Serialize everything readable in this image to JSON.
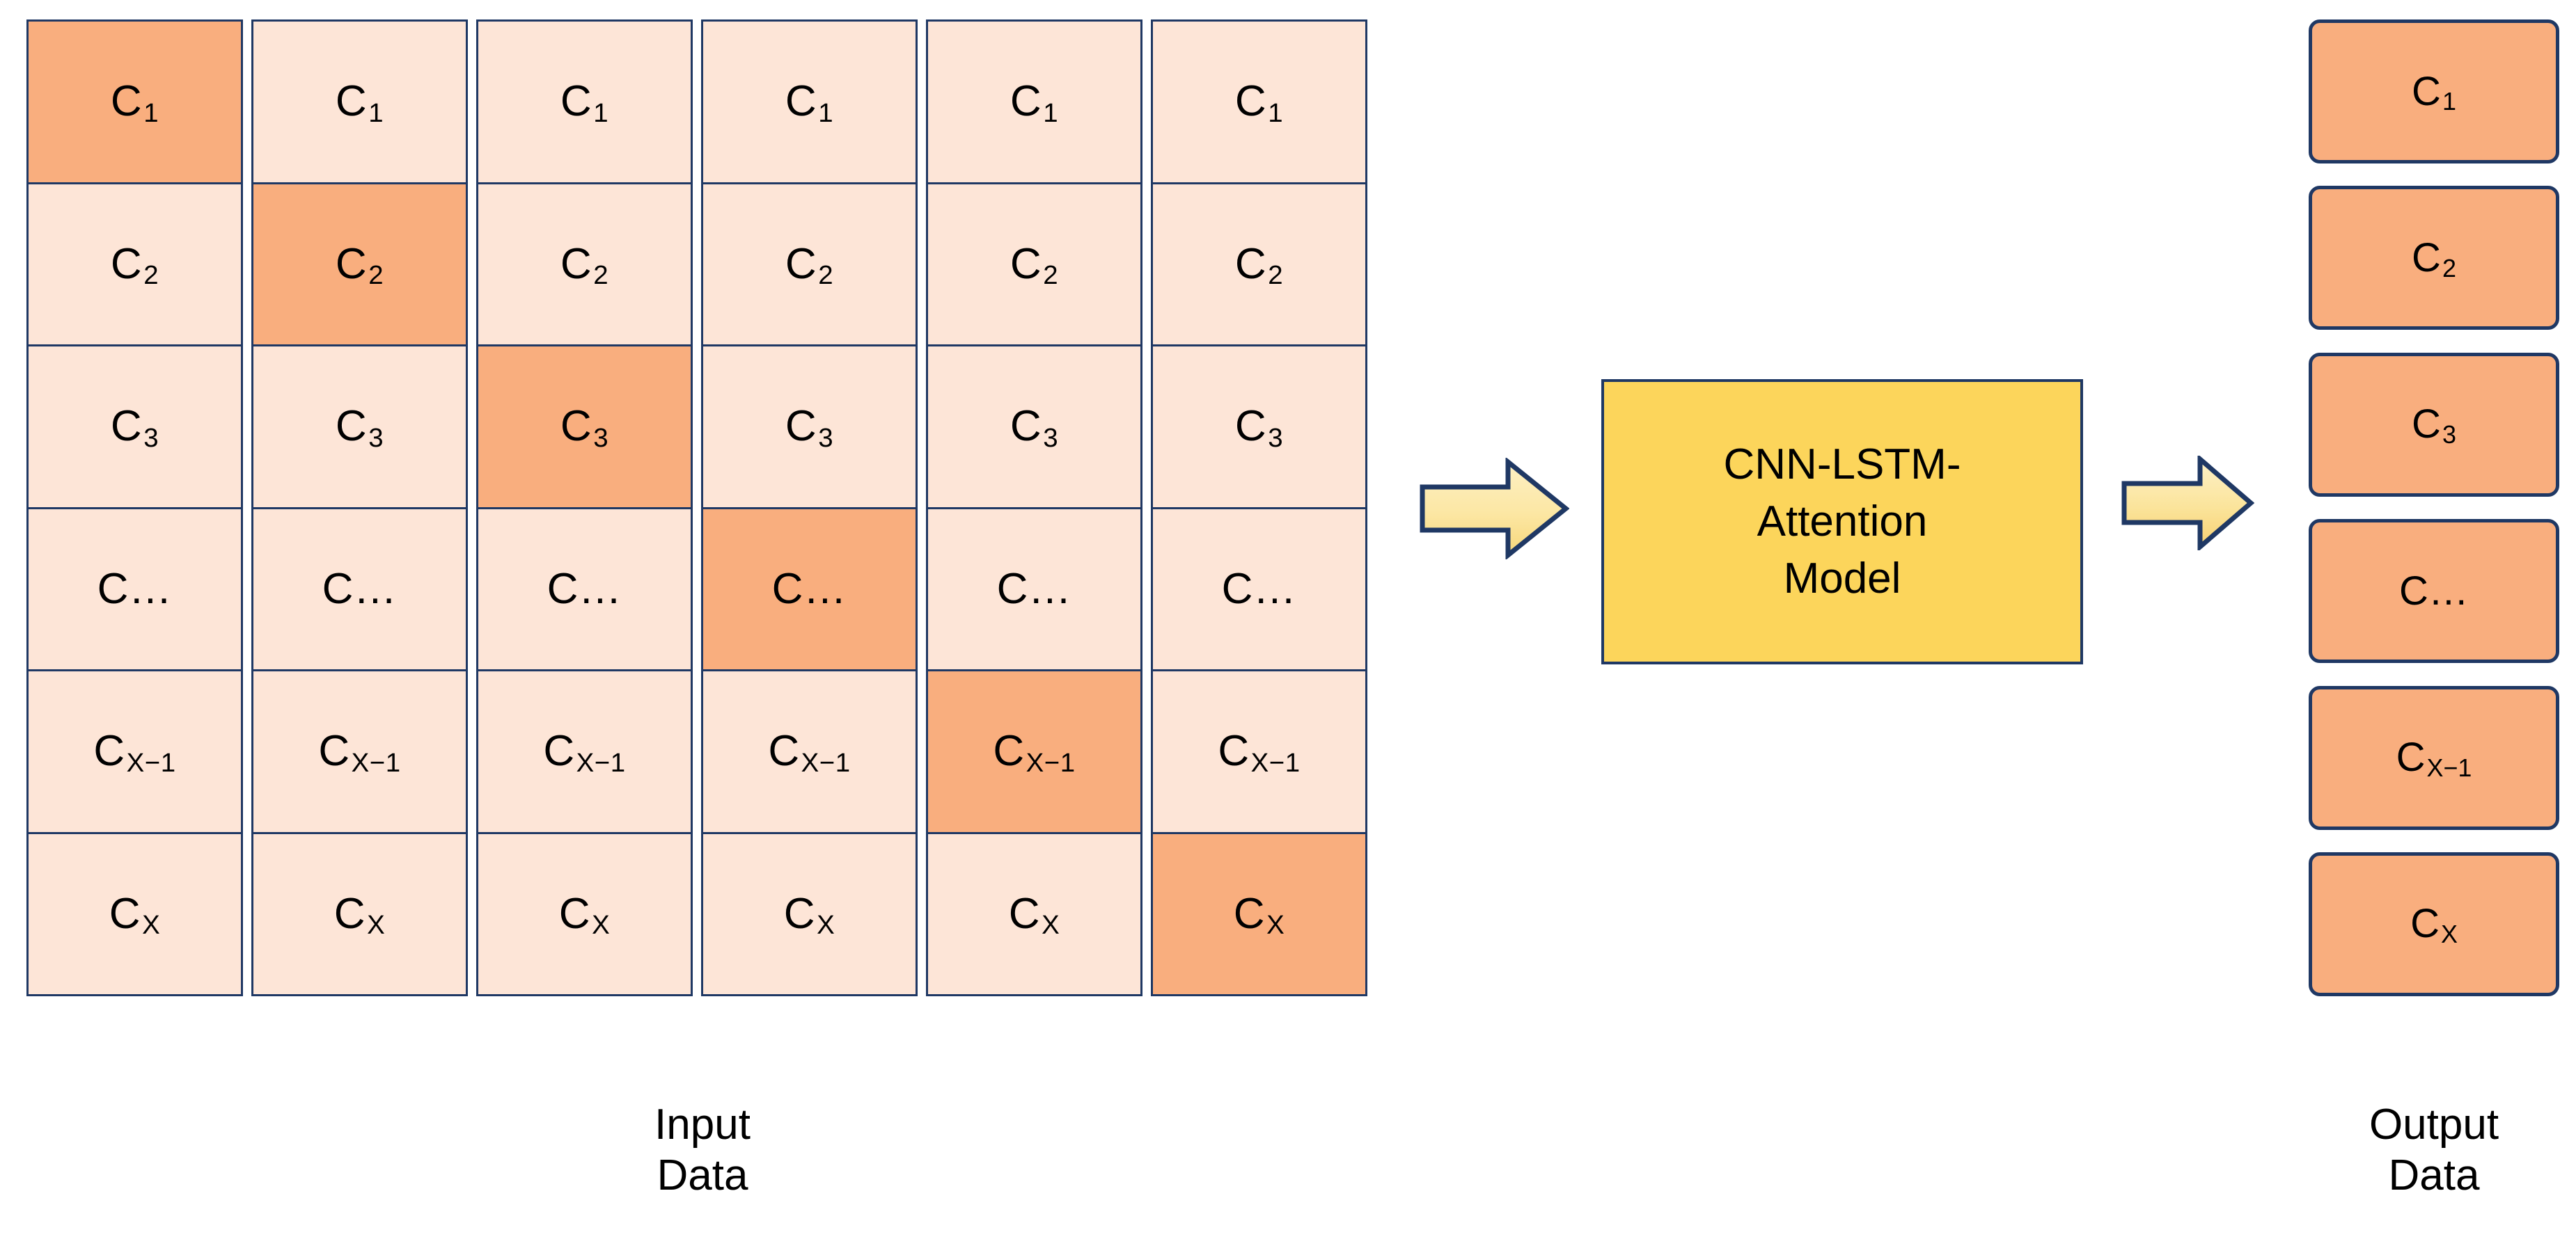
{
  "diagram": {
    "title": "CNN-LSTM-Attention model input/output flow",
    "colors": {
      "cell_default": "#FDE5D7",
      "cell_highlight": "#F9AE7E",
      "border": "#1F3864",
      "model_fill": "#FCD55B",
      "arrow_fill": "#FBE49B",
      "output_fill": "#F9AE7E",
      "background": "#FFFFFF"
    }
  },
  "input": {
    "caption_lines": [
      "Input",
      "Data"
    ],
    "columns": 6,
    "rows": 6,
    "row_labels": [
      {
        "base": "C",
        "sub": "1"
      },
      {
        "base": "C",
        "sub": "2"
      },
      {
        "base": "C",
        "sub": "3"
      },
      {
        "base": "C…",
        "sub": ""
      },
      {
        "base": "C",
        "sub": "X−1"
      },
      {
        "base": "C",
        "sub": "X"
      }
    ],
    "highlight_map": [
      [
        true,
        false,
        false,
        false,
        false,
        false
      ],
      [
        false,
        true,
        false,
        false,
        false,
        false
      ],
      [
        false,
        false,
        true,
        false,
        false,
        false
      ],
      [
        false,
        false,
        false,
        true,
        false,
        false
      ],
      [
        false,
        false,
        false,
        false,
        true,
        false
      ],
      [
        false,
        false,
        false,
        false,
        false,
        true
      ]
    ],
    "grid_cells": [
      [
        {
          "base": "C",
          "sub": "1",
          "highlighted": true
        },
        {
          "base": "C",
          "sub": "2",
          "highlighted": false
        },
        {
          "base": "C",
          "sub": "3",
          "highlighted": false
        },
        {
          "base": "C…",
          "sub": "",
          "highlighted": false
        },
        {
          "base": "C",
          "sub": "X−1",
          "highlighted": false
        },
        {
          "base": "C",
          "sub": "X",
          "highlighted": false
        }
      ],
      [
        {
          "base": "C",
          "sub": "1",
          "highlighted": false
        },
        {
          "base": "C",
          "sub": "2",
          "highlighted": true
        },
        {
          "base": "C",
          "sub": "3",
          "highlighted": false
        },
        {
          "base": "C…",
          "sub": "",
          "highlighted": false
        },
        {
          "base": "C",
          "sub": "X−1",
          "highlighted": false
        },
        {
          "base": "C",
          "sub": "X",
          "highlighted": false
        }
      ],
      [
        {
          "base": "C",
          "sub": "1",
          "highlighted": false
        },
        {
          "base": "C",
          "sub": "2",
          "highlighted": false
        },
        {
          "base": "C",
          "sub": "3",
          "highlighted": true
        },
        {
          "base": "C…",
          "sub": "",
          "highlighted": false
        },
        {
          "base": "C",
          "sub": "X−1",
          "highlighted": false
        },
        {
          "base": "C",
          "sub": "X",
          "highlighted": false
        }
      ],
      [
        {
          "base": "C",
          "sub": "1",
          "highlighted": false
        },
        {
          "base": "C",
          "sub": "2",
          "highlighted": false
        },
        {
          "base": "C",
          "sub": "3",
          "highlighted": false
        },
        {
          "base": "C…",
          "sub": "",
          "highlighted": true
        },
        {
          "base": "C",
          "sub": "X−1",
          "highlighted": false
        },
        {
          "base": "C",
          "sub": "X",
          "highlighted": false
        }
      ],
      [
        {
          "base": "C",
          "sub": "1",
          "highlighted": false
        },
        {
          "base": "C",
          "sub": "2",
          "highlighted": false
        },
        {
          "base": "C",
          "sub": "3",
          "highlighted": false
        },
        {
          "base": "C…",
          "sub": "",
          "highlighted": false
        },
        {
          "base": "C",
          "sub": "X−1",
          "highlighted": true
        },
        {
          "base": "C",
          "sub": "X",
          "highlighted": false
        }
      ],
      [
        {
          "base": "C",
          "sub": "1",
          "highlighted": false
        },
        {
          "base": "C",
          "sub": "2",
          "highlighted": false
        },
        {
          "base": "C",
          "sub": "3",
          "highlighted": false
        },
        {
          "base": "C…",
          "sub": "",
          "highlighted": false
        },
        {
          "base": "C",
          "sub": "X−1",
          "highlighted": false
        },
        {
          "base": "C",
          "sub": "X",
          "highlighted": true
        }
      ]
    ]
  },
  "model": {
    "lines": [
      "CNN-LSTM-",
      "Attention",
      "Model"
    ],
    "full_label": "CNN-LSTM-Attention Model"
  },
  "arrows": {
    "input_to_model": "right-arrow-icon",
    "model_to_output": "right-arrow-icon"
  },
  "output": {
    "caption_lines": [
      "Output",
      "Data"
    ],
    "boxes": [
      {
        "base": "C",
        "sub": "1"
      },
      {
        "base": "C",
        "sub": "2"
      },
      {
        "base": "C",
        "sub": "3"
      },
      {
        "base": "C…",
        "sub": ""
      },
      {
        "base": "C",
        "sub": "X−1"
      },
      {
        "base": "C",
        "sub": "X"
      }
    ]
  }
}
